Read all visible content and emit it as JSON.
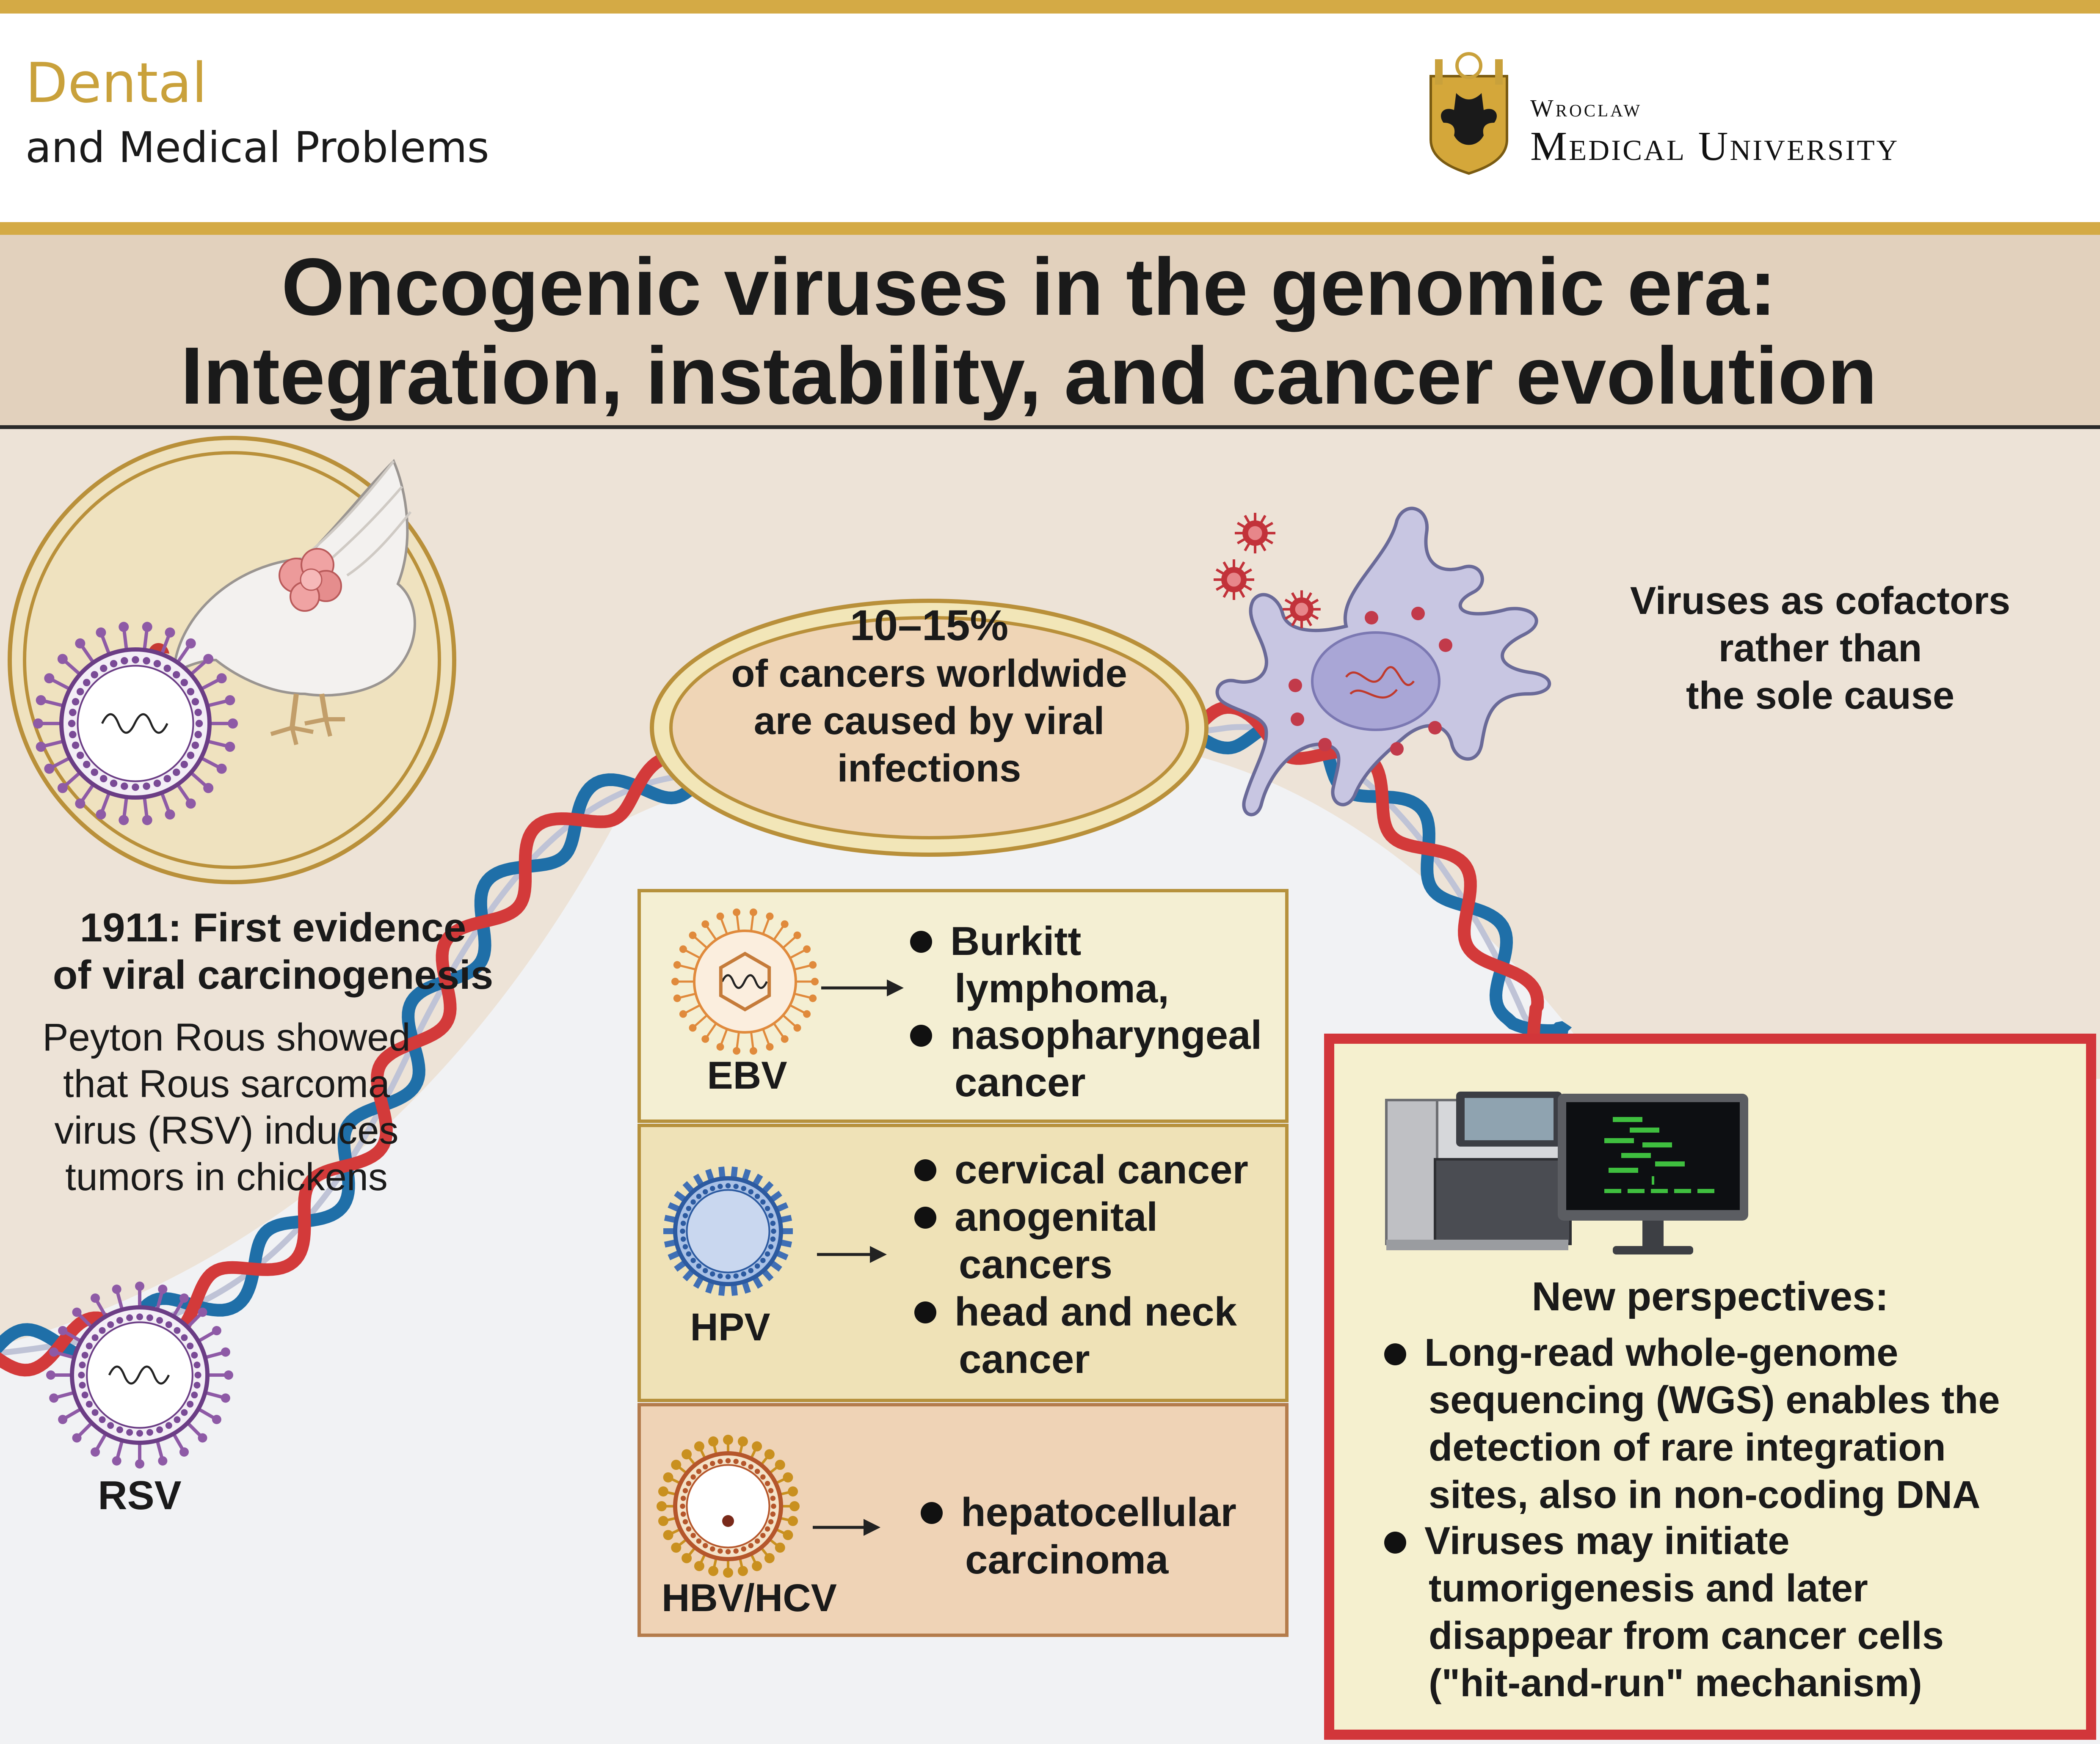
{
  "header": {
    "journal_name_line1": "Dental",
    "journal_name_line2": "and Medical Problems",
    "university_line1": "Wroclaw",
    "university_line2": "Medical University",
    "accent_color": "#c9a13b"
  },
  "title": {
    "line1": "Oncogenic viruses in the genomic era:",
    "line2": "Integration, instability, and cancer evolution"
  },
  "history": {
    "heading_line1": "1911: First evidence",
    "heading_line2": "of viral carcinogenesis",
    "body_lines": [
      "Peyton Rous showed",
      "that Rous sarcoma",
      "virus (RSV) induces",
      "tumors in chickens"
    ],
    "virus_label": "RSV"
  },
  "statistic": {
    "value": "10–15%",
    "lines": [
      "of cancers worldwide",
      "are caused by viral",
      "infections"
    ]
  },
  "cofactors": {
    "lines": [
      "Viruses as cofactors",
      "rather than",
      "the sole cause"
    ]
  },
  "viruses": [
    {
      "name": "EBV",
      "cancers": [
        [
          "Burkitt",
          "lymphoma,"
        ],
        [
          "nasopharyngeal",
          "cancer"
        ]
      ]
    },
    {
      "name": "HPV",
      "cancers": [
        [
          "cervical cancer"
        ],
        [
          "anogenital",
          "cancers"
        ],
        [
          "head and neck",
          "cancer"
        ]
      ]
    },
    {
      "name": "HBV/HCV",
      "cancers": [
        [
          "hepatocellular",
          "carcinoma"
        ]
      ]
    }
  ],
  "perspectives": {
    "heading": "New perspectives:",
    "bullets": [
      [
        "Long-read whole-genome",
        "sequencing (WGS) enables the",
        "detection of rare integration",
        "sites, also in non-coding DNA"
      ],
      [
        "Viruses may initiate",
        "tumorigenesis and later",
        "disappear from cancer cells",
        "(\"hit-and-run\" mechanism)"
      ]
    ],
    "border_color": "#d2363a"
  },
  "icons": [
    "crest-icon",
    "chicken-icon",
    "rsv-virus-icon",
    "ebv-virus-icon",
    "hpv-virus-icon",
    "hbv-virus-icon",
    "dendritic-cell-icon",
    "sequencer-icon",
    "monitor-icon",
    "dna-helix-icon",
    "arrow-icon"
  ]
}
